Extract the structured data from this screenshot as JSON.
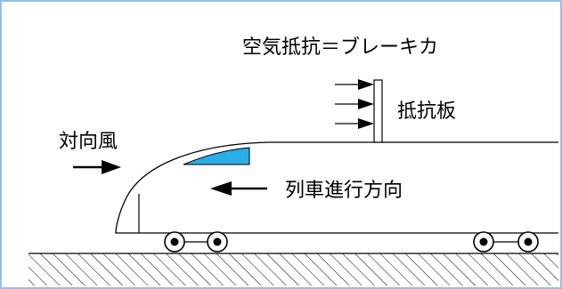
{
  "diagram": {
    "title": "空気抵抗＝ブレーキカ",
    "plate_label": "抵抗板",
    "wind_label": "対向風",
    "direction_label": "列車進行方向"
  },
  "colors": {
    "frame": "#8ec3e6",
    "window": "#29aee6",
    "stroke": "#000000"
  },
  "icons": {
    "wind_arrow": "arrow-right-icon",
    "direction_arrow": "arrow-left-icon",
    "plate_arrows": "arrow-right-icon",
    "wheel": "wheel-icon"
  }
}
